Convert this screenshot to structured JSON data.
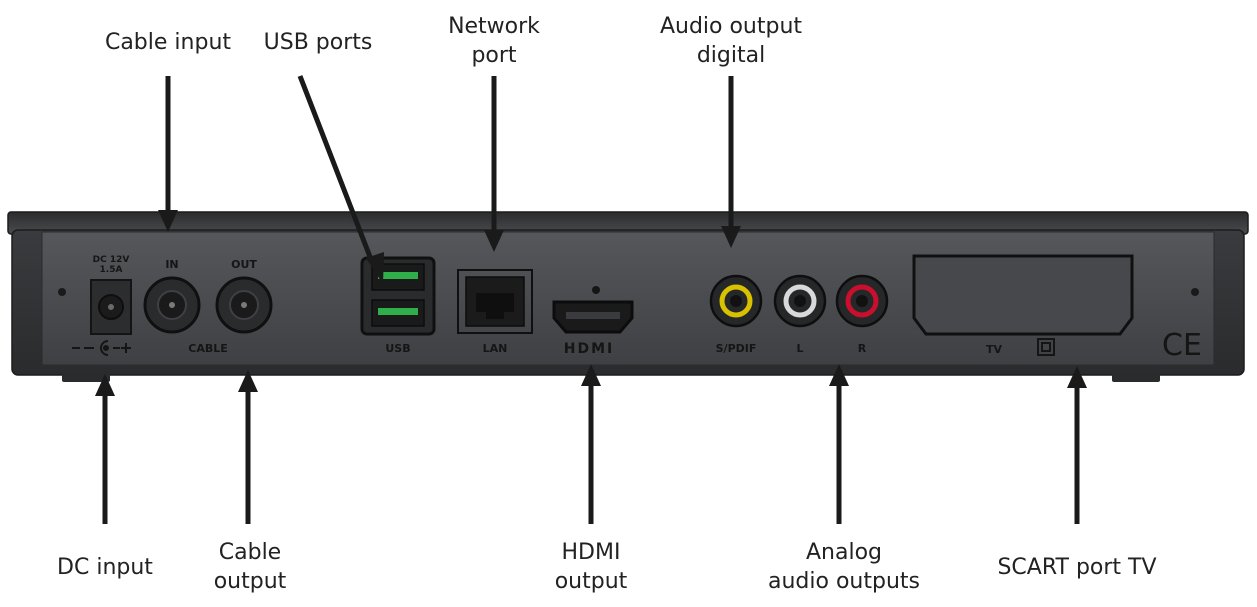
{
  "diagram": {
    "device_markings": {
      "dc_rating_line1": "DC 12V",
      "dc_rating_line2": "1.5A",
      "in": "IN",
      "out": "OUT",
      "cable": "CABLE",
      "usb": "USB",
      "lan": "LAN",
      "hdmi": "HDMI",
      "spdif": "S/PDIF",
      "left": "L",
      "right": "R",
      "tv": "TV",
      "ce": "CE"
    },
    "callouts_top": [
      {
        "id": "cable-input",
        "lines": [
          "Cable input"
        ]
      },
      {
        "id": "usb-ports",
        "lines": [
          "USB ports"
        ]
      },
      {
        "id": "network-port",
        "lines": [
          "Network",
          "port"
        ]
      },
      {
        "id": "audio-output-digital",
        "lines": [
          "Audio output",
          "digital"
        ]
      }
    ],
    "callouts_bottom": [
      {
        "id": "dc-input",
        "lines": [
          "DC input"
        ]
      },
      {
        "id": "cable-output",
        "lines": [
          "Cable",
          "output"
        ]
      },
      {
        "id": "hdmi-output",
        "lines": [
          "HDMI",
          "output"
        ]
      },
      {
        "id": "analog-audio-outputs",
        "lines": [
          "Analog",
          "audio outputs"
        ]
      },
      {
        "id": "scart-port-tv",
        "lines": [
          "SCART port TV"
        ]
      }
    ],
    "colors": {
      "arrow": "#1a1a1a",
      "housing": "#3c3d40",
      "panel": "#4e5054",
      "rca_yellow": "#d8c200",
      "rca_white": "#d9d9d9",
      "rca_red": "#c8102e",
      "usb_green": "#2fae4a"
    }
  }
}
